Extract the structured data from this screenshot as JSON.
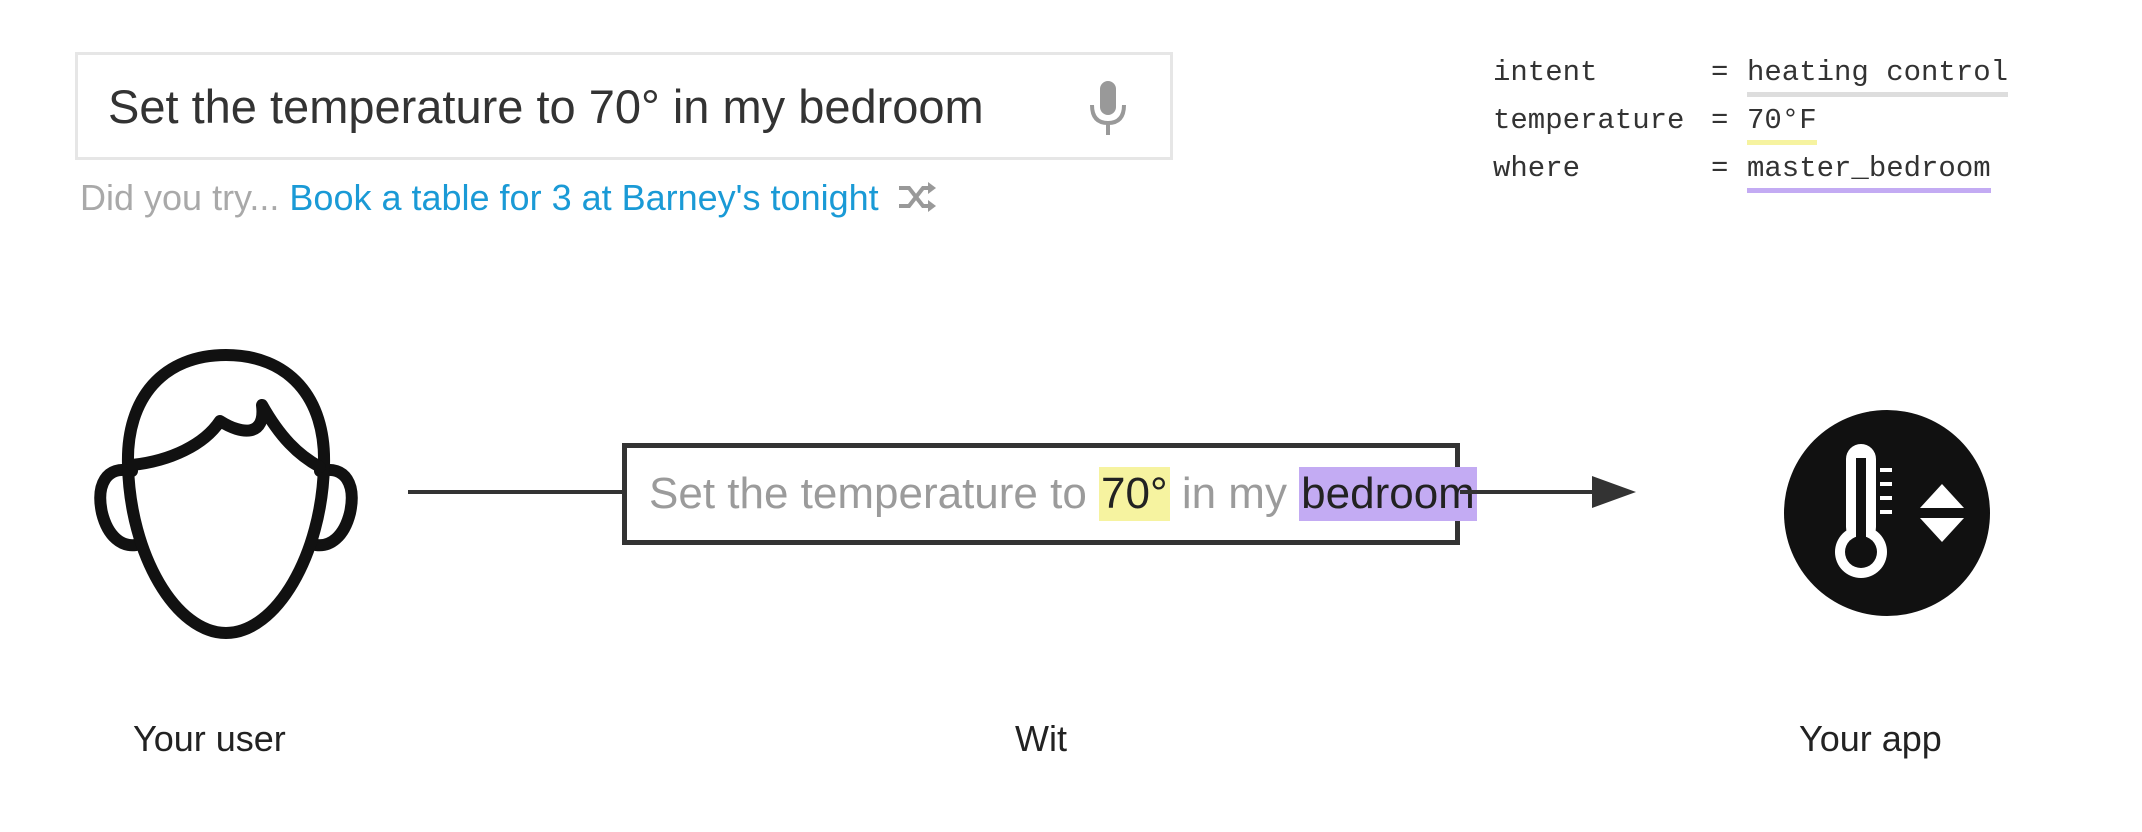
{
  "search": {
    "value": "Set the temperature to 70° in my bedroom",
    "mic_icon": "microphone-icon"
  },
  "suggestion": {
    "prefix": "Did you try...",
    "link_text": "Book a table for 3 at Barney's tonight",
    "shuffle_icon": "shuffle-icon"
  },
  "parsed": [
    {
      "key": "intent",
      "eq": "=",
      "value": "heating control",
      "underline_color": "#dddddd"
    },
    {
      "key": "temperature",
      "eq": "=",
      "value": "70°F",
      "underline_color": "#f6f3a0"
    },
    {
      "key": "where",
      "eq": "=",
      "value": "master_bedroom",
      "underline_color": "#c3abf3"
    }
  ],
  "flow": {
    "user_icon": "user-face-icon",
    "wit_box": {
      "seg1": "Set the temperature to ",
      "hl1": "70°",
      "seg2": " in my ",
      "hl2": "bedroom"
    },
    "highlight_colors": {
      "temperature": "#f6f3a0",
      "location": "#c3abf3"
    },
    "app_icon": "thermostat-icon",
    "labels": {
      "user": "Your user",
      "wit": "Wit",
      "app": "Your app"
    }
  }
}
